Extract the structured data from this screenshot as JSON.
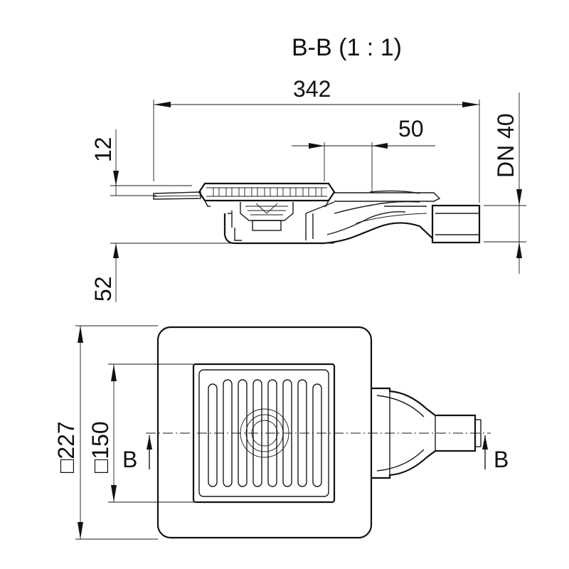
{
  "drawing": {
    "section_title": "B-B (1 : 1)",
    "dim_overall_length": "342",
    "dim_grate_offset": "50",
    "dim_outlet": "DN 40",
    "dim_flange_height": "12",
    "dim_body_depth": "52",
    "dim_outer_square": "□227",
    "dim_grate_square": "□150",
    "section_marker_left": "B",
    "section_marker_right": "B"
  }
}
